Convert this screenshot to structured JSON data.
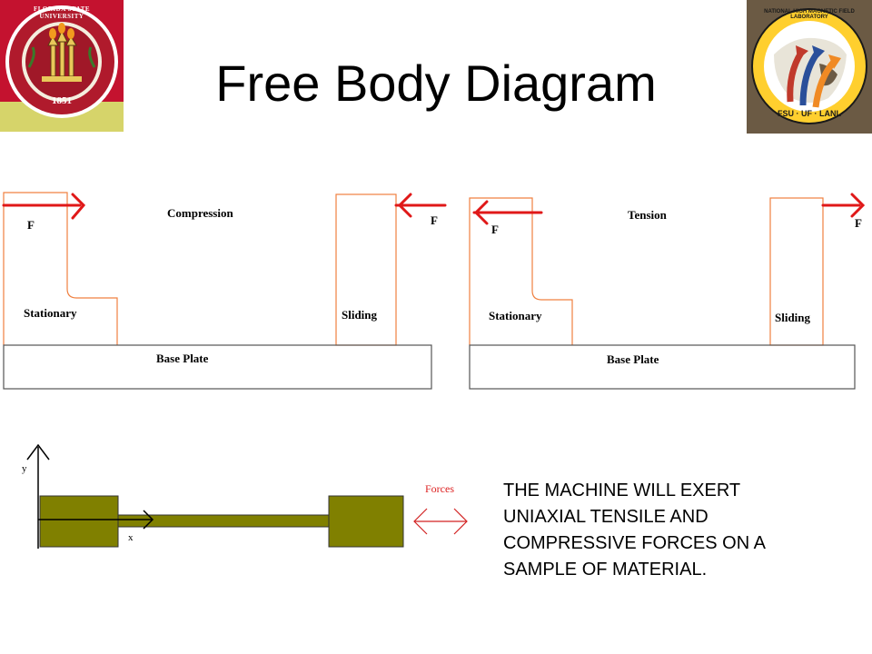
{
  "title": "Free Body Diagram",
  "logos": {
    "left": {
      "icon": "fsu-seal-icon",
      "text": "FLORIDA STATE UNIVERSITY",
      "year": "1851",
      "colors": {
        "bg": "#c8102e",
        "band": "#d4d45c"
      }
    },
    "right": {
      "icon": "nhmfl-logo-icon",
      "text": "NATIONAL HIGH MAGNETIC FIELD LABORATORY",
      "subtext": "FSU · UF · LANL",
      "colors": {
        "bg": "#6b5a44",
        "ring": "#8b1a1a"
      }
    }
  },
  "compression": {
    "title": "Compression",
    "stationary": "Stationary",
    "sliding": "Sliding",
    "base": "Base Plate",
    "force_left": "F",
    "force_right": "F"
  },
  "tension": {
    "title": "Tension",
    "stationary": "Stationary",
    "sliding": "Sliding",
    "base": "Base Plate",
    "force_left": "F",
    "force_right": "F"
  },
  "bar_diagram": {
    "y_label": "y",
    "x_label": "x",
    "forces_label": "Forces",
    "colors": {
      "block": "#808000",
      "arrow": "#d22222"
    }
  },
  "description": {
    "lines": [
      "THE MACHINE WILL EXERT",
      "UNIAXIAL TENSILE AND",
      "COMPRESSIVE FORCES ON A",
      "SAMPLE OF MATERIAL."
    ]
  },
  "colors": {
    "outline": "#f08040",
    "force_arrow": "#e01818"
  }
}
